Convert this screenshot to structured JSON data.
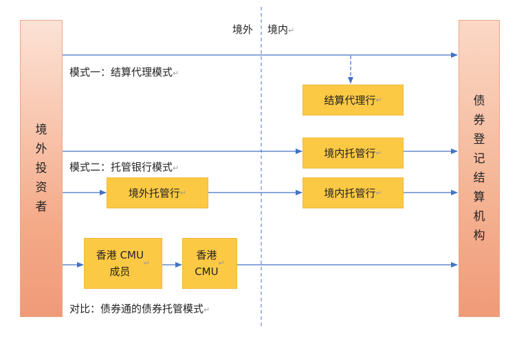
{
  "header": {
    "left_label": "境外",
    "right_label": "境内"
  },
  "left_entity": {
    "label": "境外投资者"
  },
  "right_entity": {
    "label": "债券登记结算机构"
  },
  "mode1": {
    "label": "模式一：结算代理模式",
    "box": "结算代理行"
  },
  "mode2": {
    "label": "模式二：托管银行模式",
    "box_top": "境内托管行",
    "box_offshore": "境外托管行",
    "box_bottom": "境内托管行"
  },
  "compare": {
    "label": "对比：债券通的债券托管模式",
    "box_member": "香港 CMU\n成员",
    "box_cmu": "香港\nCMU"
  },
  "colors": {
    "entity_fill": "#f4a987",
    "box_fill": "#fcc944",
    "arrow": "#4472c4"
  }
}
